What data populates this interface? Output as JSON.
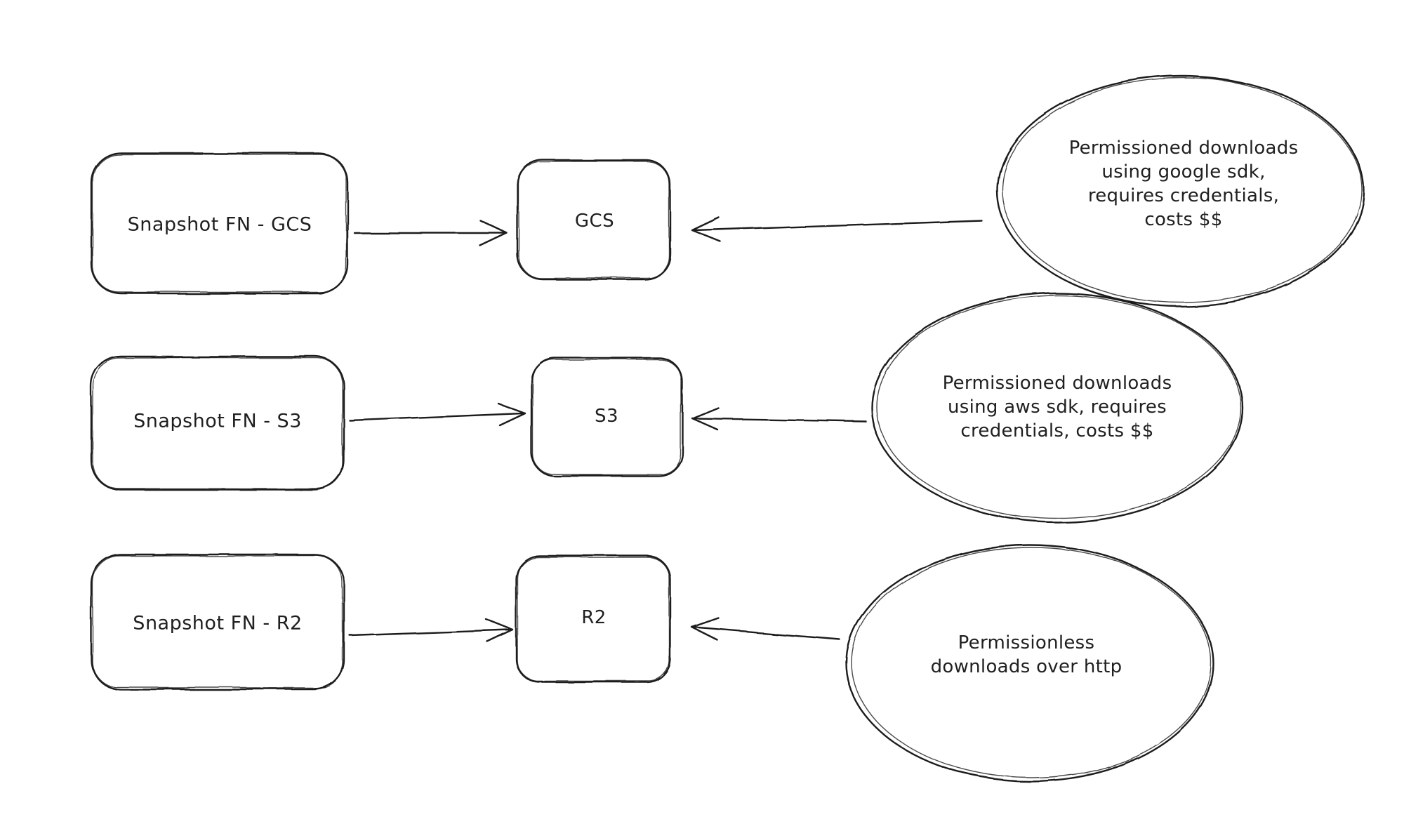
{
  "theme": {
    "canvas_background": "#ffffff",
    "stroke_color": "#1b1b1b"
  },
  "diagram": {
    "rows": [
      {
        "id": "gcs",
        "source_label": "Snapshot FN - GCS",
        "target_label": "GCS",
        "note_lines": [
          "Permissioned downloads",
          "using google sdk,",
          "requires credentials,",
          "costs $$"
        ]
      },
      {
        "id": "s3",
        "source_label": "Snapshot FN - S3",
        "target_label": "S3",
        "note_lines": [
          "Permissioned downloads",
          "using aws sdk, requires",
          "credentials, costs $$"
        ]
      },
      {
        "id": "r2",
        "source_label": "Snapshot FN - R2",
        "target_label": "R2",
        "note_lines": [
          "Permissionless",
          "downloads over http"
        ]
      }
    ]
  }
}
